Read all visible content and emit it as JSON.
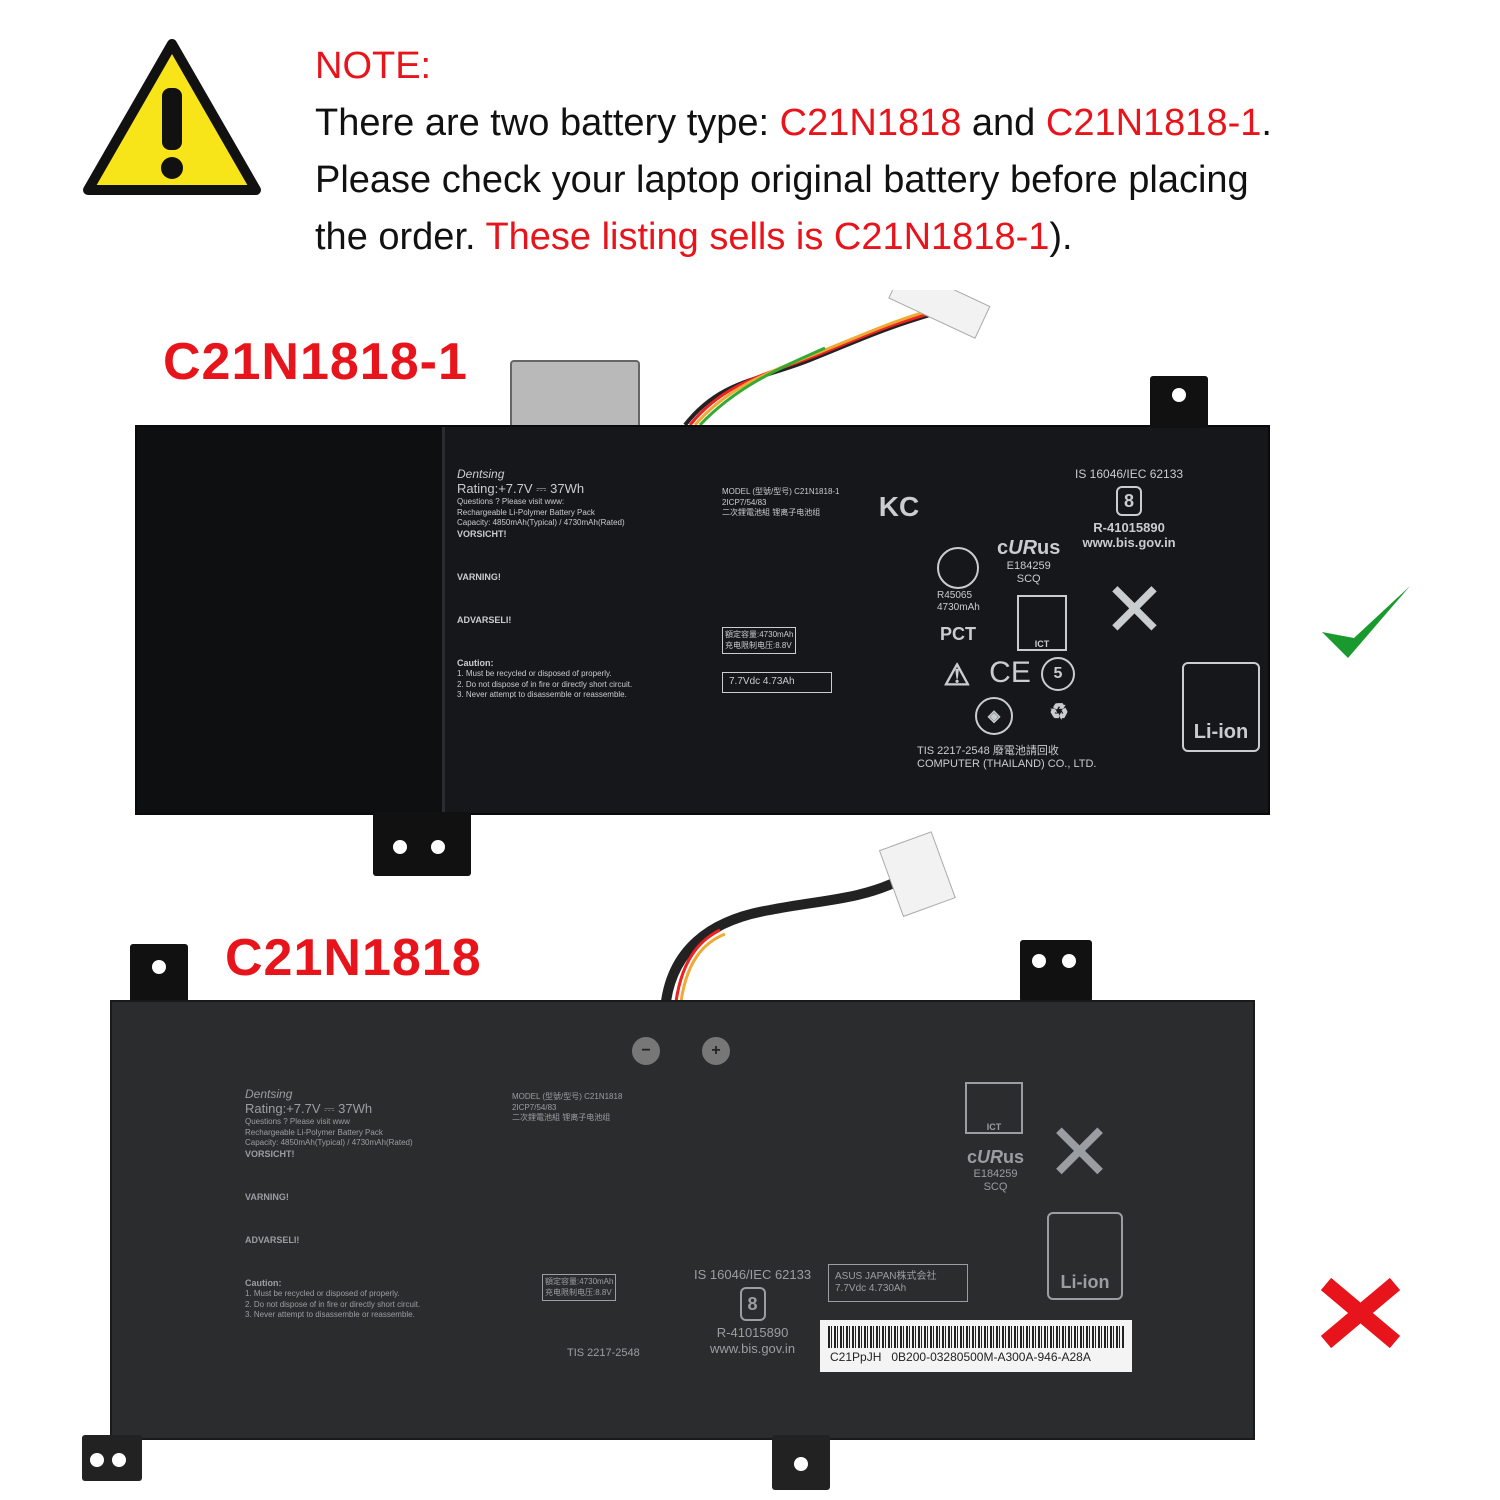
{
  "note": {
    "heading": "NOTE:",
    "line1_a": "There are two battery type: ",
    "line1_b": "C21N1818",
    "line1_c": " and ",
    "line1_d": "C21N1818-1",
    "line1_e": ".",
    "line2": "Please check your laptop original battery before placing",
    "line3_a": "the order. ",
    "line3_b": "These listing sells is C21N1818-1",
    "line3_c": ")."
  },
  "colors": {
    "accent_red": "#e8141b",
    "check_green": "#1a9a2e",
    "warning_yellow": "#f7e51a"
  },
  "batteries": [
    {
      "model_label": "C21N1818-1",
      "status": "correct",
      "label": {
        "brand": "Dentsing",
        "rating": "Rating:+7.7V ⎓ 37Wh",
        "model": "MODEL (型號/型号) C21N1818-1",
        "cells": "2ICP7/54/83",
        "questions": "Questions ? Please visit www:",
        "pack": "Rechargeable Li-Polymer Battery Pack",
        "chinese_type": "二次鋰電池組   锂离子电池组",
        "capacity": "Capacity: 4850mAh(Typical) / 4730mAh(Rated)",
        "vorsicht": "VORSICHT!",
        "varning": "VARNING!",
        "advarsel": "ADVARSELI!",
        "caution": "Caution:",
        "caution_1": "1. Must be recycled or disposed of properly.",
        "caution_2": "2. Do not dispose of in fire or directly short circuit.",
        "caution_3": "3. Never attempt to disassemble or reassemble.",
        "rated_cn": "額定容量:4730mAh",
        "charge_cn": "充电限制电压:8.8V",
        "pse": "7.7Vdc 4.73Ah",
        "is": "IS 16046/IEC 62133",
        "bis_r": "R-41015890",
        "bis_url": "www.bis.gov.in",
        "ul": "E184259",
        "ul_scq": "SCQ",
        "r_code": "R45065",
        "r_cap": "4730mAh",
        "ict": "ICT",
        "tis": "TIS 2217-2548",
        "tis_company": "COMPUTER (THAILAND) CO., LTD.",
        "liion": "Li-ion",
        "recycle_cn": "廢電池請回收",
        "ce": "CE",
        "kc": "KC",
        "pct": "PCT",
        "five": "5"
      }
    },
    {
      "model_label": "C21N1818",
      "status": "wrong",
      "label": {
        "brand": "Dentsing",
        "rating": "Rating:+7.7V ⎓ 37Wh",
        "model": "MODEL (型號/型号) C21N1818",
        "cells": "2ICP7/54/83",
        "questions": "Questions ? Please visit www",
        "pack": "Rechargeable Li-Polymer Battery Pack",
        "chinese_type": "二次鋰電池組   锂离子电池组",
        "capacity": "Capacity: 4850mAh(Typical) / 4730mAh(Rated)",
        "vorsicht": "VORSICHT!",
        "varning": "VARNING!",
        "advarsel": "ADVARSELI!",
        "caution": "Caution:",
        "caution_1": "1. Must be recycled or disposed of properly.",
        "caution_2": "2. Do not dispose of in fire or directly short circuit.",
        "caution_3": "3. Never attempt to disassemble or reassemble.",
        "rated_cn": "額定容量:4730mAh",
        "charge_cn": "充电限制电压:8.8V",
        "pse": "ASUS JAPAN株式会社 7.7Vdc 4.730Ah",
        "is": "IS 16046/IEC 62133",
        "bis_r": "R-41015890",
        "bis_url": "www.bis.gov.in",
        "ul": "E184259",
        "ul_scq": "SCQ",
        "ict": "ICT",
        "tis": "TIS 2217-2548",
        "liion": "Li-ion",
        "barcode_left": "C21PpJH",
        "barcode_right": "0B200-03280500M-A300A-946-A28A"
      }
    }
  ]
}
